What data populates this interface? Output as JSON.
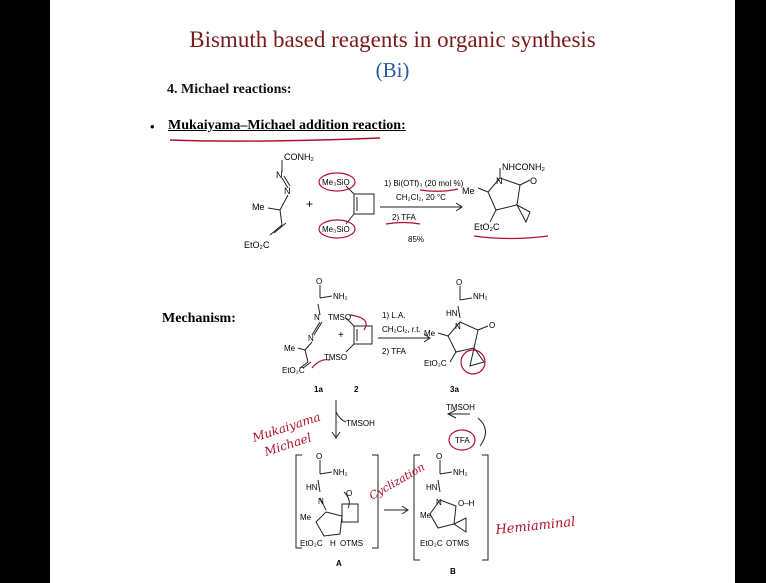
{
  "slide": {
    "title": "Bismuth based reagents in organic synthesis",
    "subtitle": "(Bi)",
    "section": "4. Michael reactions:",
    "bullet": "•",
    "reaction_name": "Mukaiyama–Michael addition reaction:",
    "mechanism_label": "Mechanism:"
  },
  "reaction": {
    "reactant1": {
      "conh2": "CONH₂",
      "n1": "N",
      "n2": "N",
      "me": "Me",
      "ester": "EtO₂C"
    },
    "plus": "+",
    "reactant2": {
      "otop": "Me₃SiO",
      "obottom": "Me₃SiO"
    },
    "conditions": [
      "1) Bi(OTf)₃ (20 mol %)",
      "CH₂Cl₂, 20 °C",
      "2) TFA"
    ],
    "yield": "85%",
    "product": {
      "nhconh2": "NHCONH₂",
      "n": "N",
      "o": "O",
      "me": "Me",
      "ester": "EtO₂C"
    }
  },
  "mechanism": {
    "sm1": {
      "o": "O",
      "nh2": "NH₂",
      "n1": "N",
      "n2": "N",
      "me": "Me",
      "ester": "EtO₂C",
      "label": "1a"
    },
    "plus": "+",
    "sm2": {
      "otop": "TMSO",
      "obottom": "TMSO",
      "label": "2"
    },
    "conditions": [
      "1) L.A.",
      "CH₂Cl₂, r.t.",
      "2) TFA"
    ],
    "prod": {
      "o": "O",
      "nh2": "NH₂",
      "hn": "HN",
      "n": "N",
      "o2": "O",
      "me": "Me",
      "ester": "EtO₂C",
      "label": "3a"
    },
    "step1": "TMSOH",
    "tfa_box": {
      "tmsoh": "TMSOH",
      "tfa": "TFA"
    },
    "intA": {
      "o": "O",
      "nh2": "NH₂",
      "hn": "HN",
      "n": "N",
      "o2": "O",
      "me": "Me",
      "ester": "EtO₂C",
      "h": "H",
      "otms": "OTMS",
      "label": "A"
    },
    "intB": {
      "o": "O",
      "nh2": "NH₂",
      "hn": "HN",
      "n": "N",
      "oh": "O–H",
      "me": "Me",
      "ester": "EtO₂C",
      "otms": "OTMS",
      "label": "B"
    }
  },
  "handwriting": {
    "note1a": "Mukaiyama",
    "note1b": "Michael",
    "note2": "Cyclization",
    "note3": "Hemiaminal"
  }
}
